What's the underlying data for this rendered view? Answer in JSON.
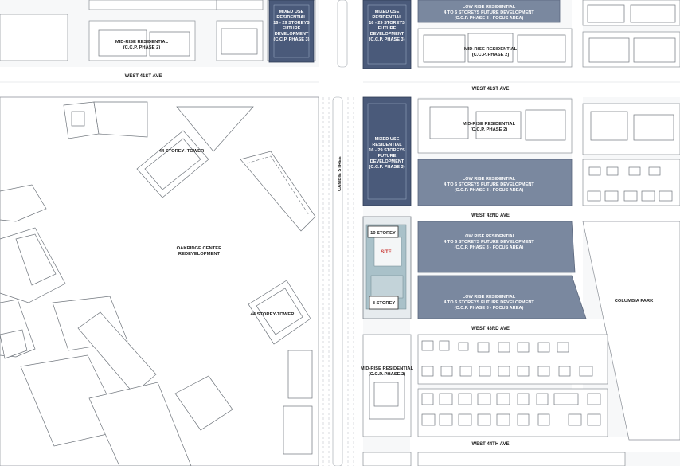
{
  "labels": {
    "mixed_use_1": [
      "MIXED USE",
      "RESIDENTIAL",
      "16 - 29 STOREYS",
      "FUTURE",
      "DEVELOPMENT",
      "(C.C.P. PHASE 3)"
    ],
    "mixed_use_2": [
      "MIXED USE",
      "RESIDENTIAL",
      "16 - 29 STOREYS",
      "FUTURE",
      "DEVELOPMENT",
      "(C.C.P. PHASE 3)"
    ],
    "mixed_use_3": [
      "MIXED USE",
      "RESIDENTIAL",
      "16 - 29 STOREYS",
      "FUTURE",
      "DEVELOPMENT",
      "(C.C.P. PHASE 3)"
    ],
    "low_rise_top": [
      "LOW RISE RESIDENTIAL",
      "4 TO 6 STOREYS FUTURE DEVELOPMENT",
      "(C.C.P. PHASE 3 - FOCUS AREA)"
    ],
    "low_rise_1": [
      "LOW RISE RESIDENTIAL",
      "4 TO 6 STOREYS FUTURE DEVELOPMENT",
      "(C.C.P. PHASE 3 - FOCUS AREA)"
    ],
    "low_rise_2": [
      "LOW RISE RESIDENTIAL",
      "4 TO 6 STOREYS FUTURE DEVELOPMENT",
      "(C.C.P. PHASE 3 - FOCUS AREA)"
    ],
    "low_rise_3": [
      "LOW RISE RESIDENTIAL",
      "4 TO 6 STOREYS FUTURE DEVELOPMENT",
      "(C.C.P. PHASE 3 - FOCUS AREA)"
    ],
    "mid_rise_nw": [
      "MID-RISE RESIDENTIAL",
      "(C.C.P. PHASE 2)"
    ],
    "mid_rise_ne": [
      "MID-RISE RESIDENTIAL",
      "(C.C.P. PHASE 2)"
    ],
    "mid_rise_e": [
      "MID-RISE RESIDENTIAL",
      "(C.C.P. PHASE 2)"
    ],
    "mid_rise_s": [
      "MID-RISE RESIDENTIAL",
      "(C.C.P. PHASE 2)"
    ],
    "tower_44_n": "44 STOREY- TOWER",
    "tower_44_s": "44 STOREY-TOWER",
    "oakridge": [
      "OAKRIDGE CENTER",
      "REDEVELOPMENT"
    ],
    "storey_10": "10 STOREY",
    "storey_8": "8 STOREY",
    "site": "SITE",
    "columbia_park": "COLUMBIA PARK",
    "cambie_street": "CAMBIE STREET"
  },
  "streets": {
    "west_41_left": "WEST 41ST AVE",
    "west_41_right": "WEST 41ST AVE",
    "west_42": "WEST 42ND AVE",
    "west_43": "WEST 43RD AVE",
    "west_44": "WEST 44TH AVE"
  },
  "colors": {
    "mixed_use": "#4a5a7a",
    "low_rise": "#7a889f",
    "site_highlight": "#c8322e",
    "background": "#f7f8f9"
  }
}
